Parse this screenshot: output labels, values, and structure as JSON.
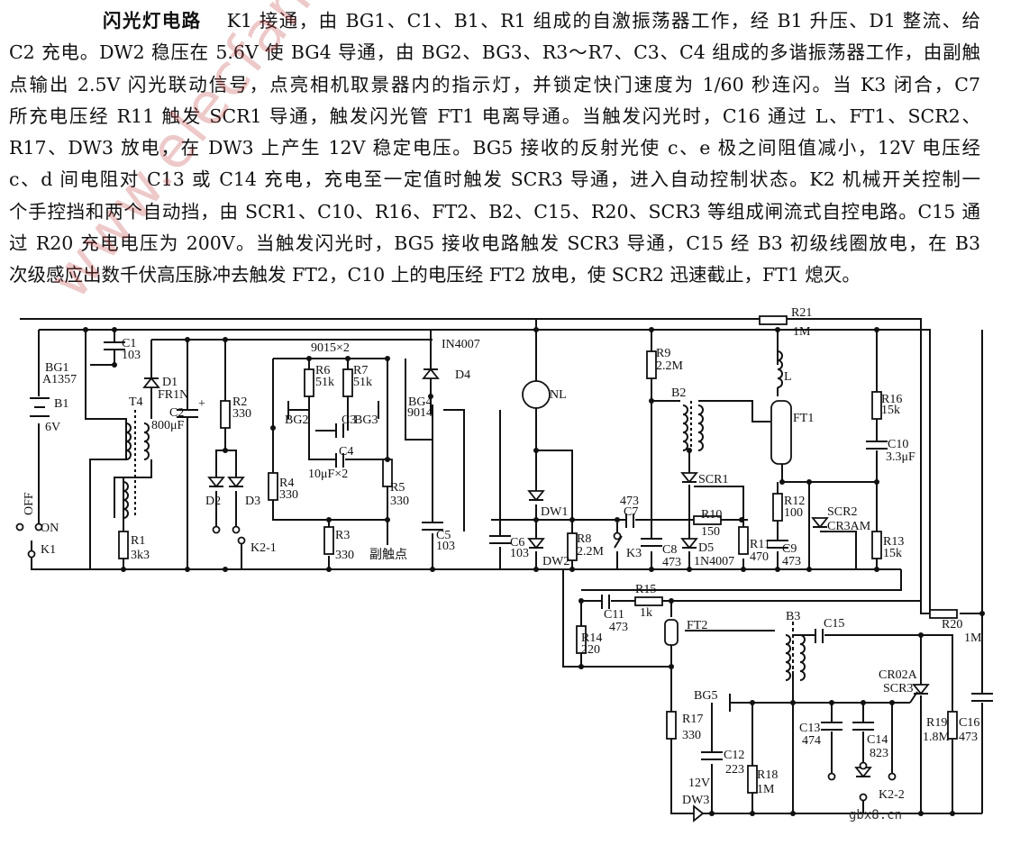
{
  "document": {
    "title": "闪光灯电路",
    "lines": [
      "K1 接通，由 BG1、C1、B1、R1 组成的自激振荡器工作，经 B1 升压、D1 整流、给",
      "C2 充电。DW2 稳压在 5.6V 使 BG4 导通，由 BG2、BG3、R3～R7、C3、C4 组成的多谐振荡器工作，由副触",
      "点输出 2.5V 闪光联动信号，点亮相机取景器内的指示灯，并锁定快门速度为 1/60 秒连闪。当 K3 闭合，C7",
      "所充电压经 R11 触发 SCR1 导通，触发闪光管 FT1 电离导通。当触发闪光时，C16 通过 L、FT1、SCR2、",
      "R17、DW3 放电，在 DW3 上产生 12V 稳定电压。BG5 接收的反射光使 c、e 极之间阻值减小，12V 电压经",
      "c、d 间电阻对 C13 或 C14 充电，充电至一定值时触发 SCR3 导通，进入自动控制状态。K2 机械开关控制一",
      "个手控挡和两个自动挡，由 SCR1、C10、R16、FT2、B2、C15、R20、SCR3 等组成闸流式自控电路。C15 通",
      "过 R20 充电电压为 200V。当触发闪光时，BG5 接收电路触发 SCR3 导通，C15 经 B3 初级线圈放电，在 B3",
      "次级感应出数千伏高压脉冲去触发 FT2，C10 上的电压经 FT2 放电，使 SCR2 迅速截止，FT1 熄灭。"
    ]
  },
  "schematic": {
    "labels": [
      "C1",
      "103",
      "BG1",
      "A1357",
      "T4",
      "D1",
      "FR1N",
      "C2",
      "800μF",
      "+",
      "B1",
      "6V",
      "OFF",
      "ON",
      "K1",
      "R1",
      "3k3",
      "R2",
      "330",
      "D2",
      "D3",
      "K2-1",
      "9015×2",
      "R6",
      "51k",
      "R7",
      "51k",
      "BG2",
      "C3",
      "BG3",
      "C4",
      "10μF×2",
      "R4",
      "330",
      "R5",
      "330",
      "R3",
      "330",
      "副触点",
      "IN4007",
      "D4",
      "BG4",
      "9014",
      "C5",
      "103",
      "C6",
      "103",
      "NL",
      "DW1",
      "DW2",
      "R8",
      "2.2M",
      "473",
      "C7",
      "K3",
      "C8",
      "473",
      "R9",
      "2.2M",
      "B2",
      "SCR1",
      "R10",
      "150",
      "D5",
      "1N4007",
      "R11",
      "470",
      "L",
      "FT1",
      "R21",
      "1M",
      "R12",
      "100",
      "C9",
      "473",
      "SCR2",
      "CR3AM",
      "R16",
      "15k",
      "C10",
      "3.3μF",
      "R13",
      "15k",
      "R15",
      "1k",
      "C11",
      "473",
      "R14",
      "220",
      "FT2",
      "B3",
      "C15",
      "R20",
      "1M",
      "CR02A",
      "SCR3",
      "BG5",
      "R17",
      "330",
      "C12",
      "223",
      "R18",
      "1M",
      "12V",
      "DW3",
      "C13",
      "474",
      "C14",
      "823",
      "K2-2",
      "R19",
      "1.8M",
      "C16",
      "473"
    ],
    "plus_mark": "+"
  },
  "watermark": "www.elecfans.com",
  "site_mark": "gbx8.cn",
  "colors": {
    "ink": "#111111",
    "watermark": "#be3c3c",
    "background": "#ffffff"
  }
}
